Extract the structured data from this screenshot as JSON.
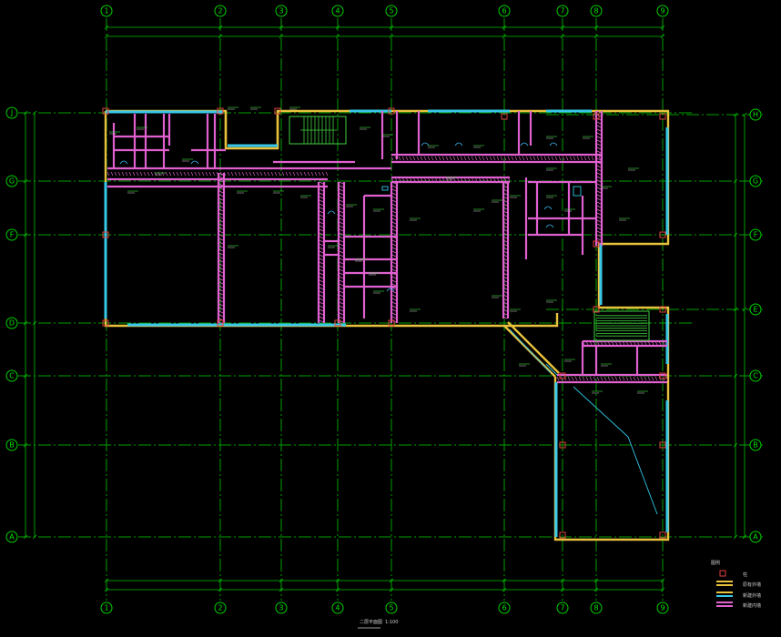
{
  "drawing": {
    "type": "architectural floor plan",
    "colors": {
      "background": "#000000",
      "grid": "#00a000",
      "wall_yellow": "#e8c23c",
      "wall_cyan": "#38c8e8",
      "wall_pink": "#e060d0",
      "column": "#e04040",
      "stair": "#40d040"
    }
  },
  "grid_columns": [
    "1",
    "2",
    "3",
    "4",
    "5",
    "6",
    "7",
    "8",
    "9"
  ],
  "grid_rows": [
    "J",
    "H",
    "G",
    "F",
    "E",
    "D",
    "C",
    "B",
    "A"
  ],
  "title": {
    "name": "二层平面图",
    "scale": "1:100"
  },
  "legend": {
    "heading": "图例",
    "items": [
      {
        "label": "柱",
        "swatch": "column"
      },
      {
        "label": "原有外墙",
        "swatch": "yellow"
      },
      {
        "label": "新建外墙",
        "swatch": "cyan"
      },
      {
        "label": "新建内墙",
        "swatch": "pink"
      }
    ]
  }
}
